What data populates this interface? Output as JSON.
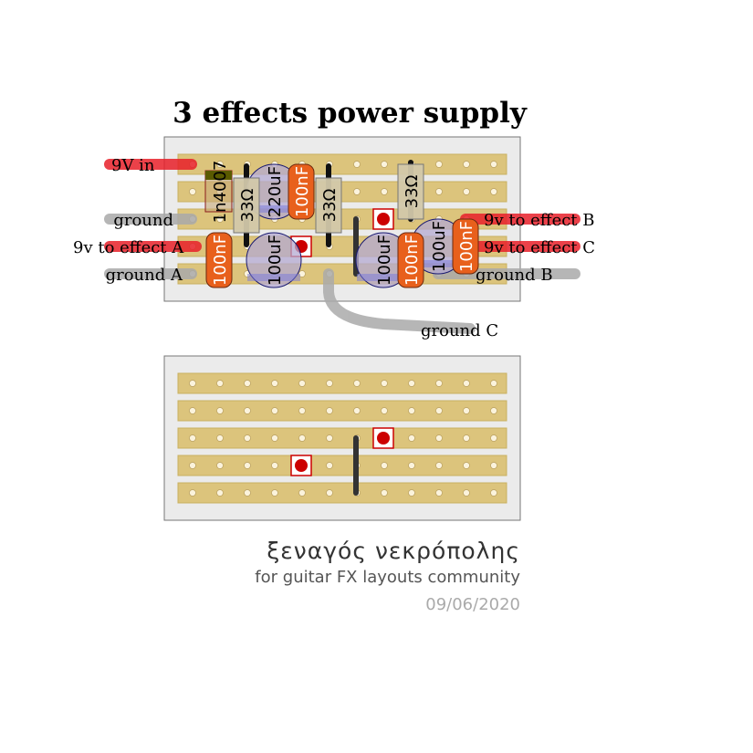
{
  "title": "3 effects power supply",
  "wire_labels": {
    "v9_in": "9V in",
    "ground": "ground",
    "effect_a": "9v to effect A",
    "ground_a": "ground A",
    "effect_b": "9v to effect B",
    "effect_c": "9v to effect C",
    "ground_b": "ground B",
    "ground_c": "ground C"
  },
  "components": {
    "diode": "1n4007",
    "r1": "33Ω",
    "r2": "33Ω",
    "r3": "33Ω",
    "c220": "220uF",
    "c_top": "100nF",
    "c_a": "100nF",
    "e_a": "100uF",
    "e_b": "100uF",
    "c_b": "100nF",
    "e_c": "100uF",
    "c_c": "100nF"
  },
  "credits": {
    "author": "ξεναγός νεκρόπολης",
    "community": "for guitar FX layouts community",
    "date": "09/06/2020"
  },
  "colors": {
    "strip": "#dcc47c",
    "board": "#ebebeb",
    "cap_film": "#e8601c",
    "power_wire": "#e8202a",
    "ground_wire": "#aaaaaa",
    "track_cut": "#cc0000"
  }
}
